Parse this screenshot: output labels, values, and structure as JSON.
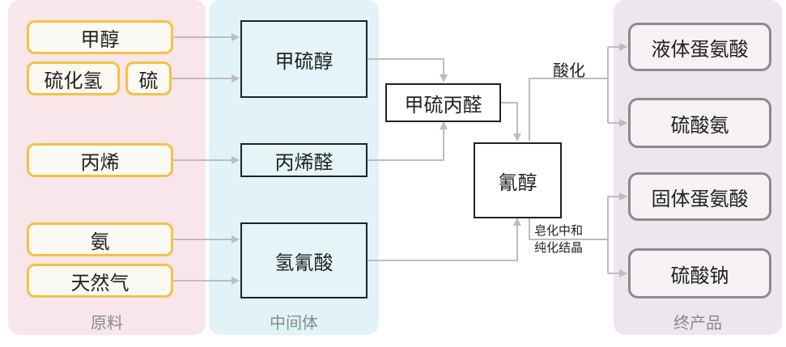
{
  "panels": {
    "raw_label": "原料",
    "intermediate_label": "中间体",
    "final_label": "终产品"
  },
  "raw_materials": {
    "methanol": "甲醇",
    "hydrogen_sulfide": "硫化氢",
    "sulfur": "硫",
    "propylene": "丙烯",
    "ammonia": "氨",
    "natural_gas": "天然气"
  },
  "intermediates": {
    "methyl_mercaptan": "甲硫醇",
    "acrolein": "丙烯醛",
    "hydrogen_cyanide": "氢氰酸"
  },
  "process": {
    "methylthiopropanal": "甲硫丙醛",
    "cyanohydrin": "氰醇"
  },
  "edge_labels": {
    "acidification": "酸化",
    "saponification_neutralization": "皂化中和",
    "purification_crystallization": "纯化结晶"
  },
  "final_products": {
    "liquid_methionine": "液体蛋氨酸",
    "ammonium_sulfate": "硫酸氨",
    "solid_methionine": "固体蛋氨酸",
    "sodium_sulfate": "硫酸钠"
  },
  "colors": {
    "raw_border": "#f3c245",
    "raw_panel": "#f8e6ea",
    "intermediate_panel": "#e1f3f9",
    "final_panel": "#ede6ee",
    "final_border": "#8b8b8b",
    "arrow": "#bdbdbd"
  }
}
